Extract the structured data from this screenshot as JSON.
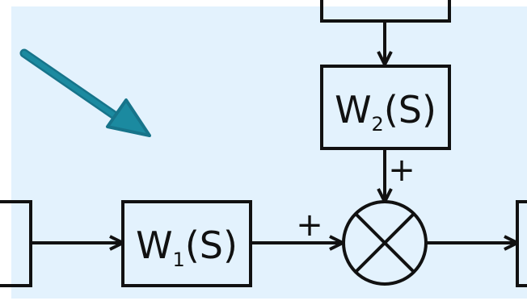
{
  "diagram": {
    "blocks": [
      {
        "id": "w1",
        "main": "W",
        "sub": "1",
        "tail": "(S)"
      },
      {
        "id": "w2",
        "main": "W",
        "sub": "2",
        "tail": "(S)"
      }
    ],
    "summing_junction": {
      "signs": {
        "left_input": "+",
        "top_input": "+"
      }
    },
    "colors": {
      "background": "#e3f2fd",
      "stroke": "#111111",
      "pointer_arrow": "#1b8aa0",
      "pointer_arrow_outline": "#17748a"
    },
    "annotation": {
      "icon": "pointer-arrow-icon"
    }
  }
}
